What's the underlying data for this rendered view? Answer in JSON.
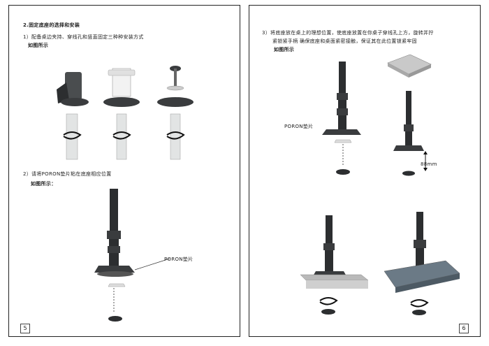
{
  "left_page": {
    "section_title": "2.固定底座的选择和安装",
    "step1_text": "1）配备桌边夹持、穿线孔和竖直固定三种种安装方式",
    "step1_caption": "如图所示",
    "step2_text": "2）请将PORON垫片粘在底座相应位置",
    "step2_caption": "如图所示：",
    "poron_label": "PORON垫片",
    "page_number": "5"
  },
  "right_page": {
    "step3_line1": "3）将底座放在桌上的理想位置，使底座放置在你桌子穿线孔上方，旋转并拧",
    "step3_line2": "紧锁紧手柄   确保底座和桌面紧密接触，保证其在此位置锁紧牢固",
    "step3_caption": "如图所示",
    "poron_label": "PORON垫片",
    "dimension_label": "88mm",
    "page_number": "6"
  }
}
